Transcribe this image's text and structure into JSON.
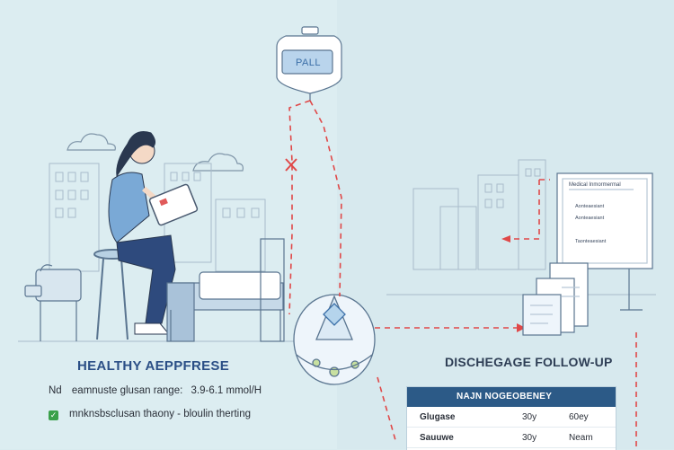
{
  "left_panel": {
    "title": "HEALTHY AEPPFRESE",
    "range_prefix": "Nd",
    "range_text": "eamnuste glusan range:",
    "range_value": "3.9-6.1 mmol/H",
    "check_text": "mnknsbsclusan thaony - bloulin therting"
  },
  "device": {
    "label": "PALL"
  },
  "right_panel": {
    "title": "DISCHEGAGE FOLLOW-UP",
    "board": {
      "title": "Medical Inmormermal",
      "rows": [
        "Aonteaesiant",
        "Aonteaesiant",
        "Taonteaesiant"
      ]
    },
    "table": {
      "header": "NAJN NOGEOBENEY",
      "rows": [
        {
          "name": "Glugase",
          "dose": "30y",
          "time": "60ey"
        },
        {
          "name": "Sauuwe",
          "dose": "30y",
          "time": "Neam"
        }
      ]
    }
  },
  "colors": {
    "background": "#d9ebef",
    "accent_blue": "#2c5a87",
    "dashed_red": "#e04848",
    "check_green": "#3aa04a"
  }
}
